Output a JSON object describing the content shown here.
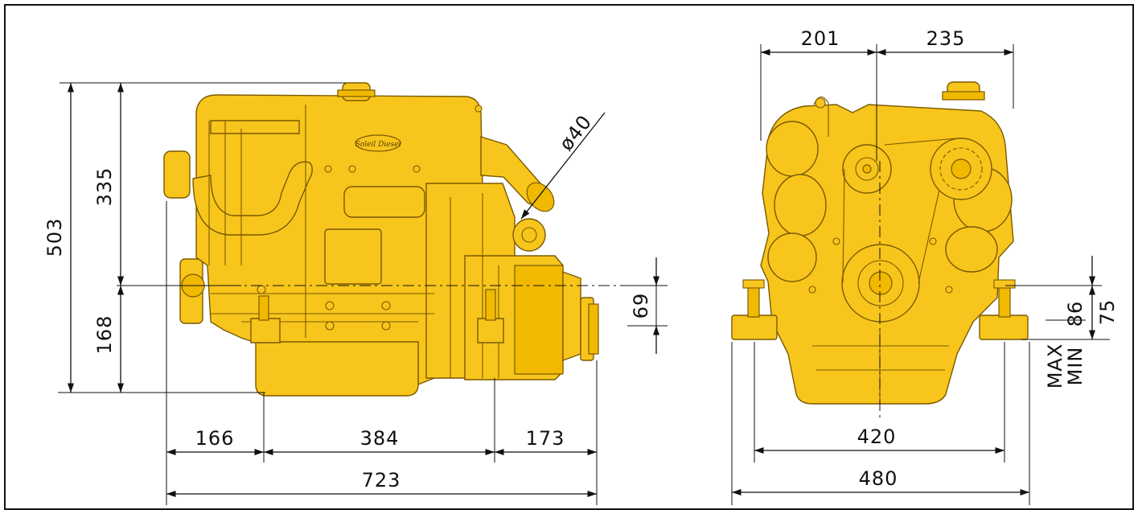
{
  "diagram": {
    "colors": {
      "engine": "#f8c51c",
      "engine_dark": "#f1b900",
      "outline": "#7a5a00",
      "dimension": "#111111",
      "border": "#111111"
    },
    "side_view": {
      "height_total": "503",
      "height_upper": "335",
      "height_lower": "168",
      "shaft_offset": "69",
      "exhaust": "ø40",
      "length_front": "166",
      "length_mid": "384",
      "length_rear": "173",
      "length_total": "723",
      "badge": "Soleil Diesel"
    },
    "front_view": {
      "width_left": "201",
      "width_right": "235",
      "mount_max": "86",
      "mount_min": "75",
      "max_label": "MAX",
      "min_label": "MIN",
      "mount_span": "420",
      "width_total": "480"
    }
  }
}
